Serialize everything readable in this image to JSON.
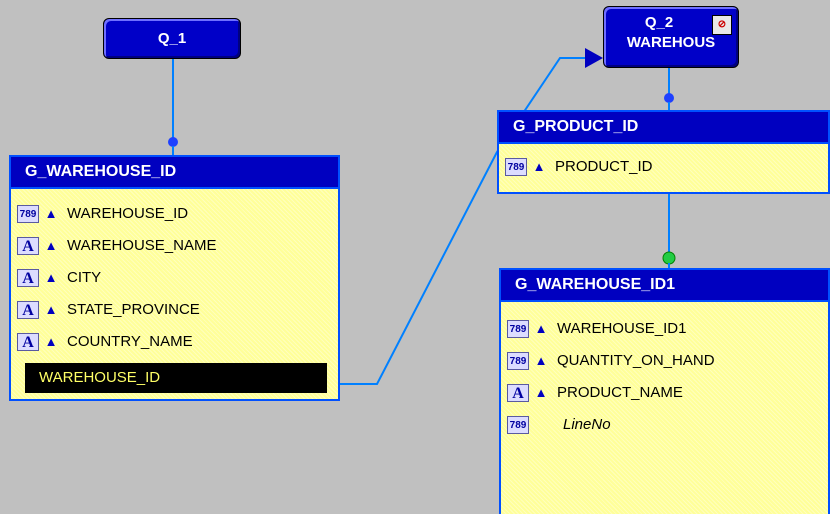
{
  "queries": [
    {
      "label": "Q_1"
    },
    {
      "label": "Q_2",
      "sub": "WAREHOUS",
      "icon": "sql-query-icon"
    }
  ],
  "groups": {
    "warehouse": {
      "title": "G_WAREHOUSE_ID",
      "items": [
        {
          "type": "number",
          "icon_text": "789",
          "label": "WAREHOUSE_ID"
        },
        {
          "type": "character",
          "icon_text": "A",
          "label": "WAREHOUSE_NAME"
        },
        {
          "type": "character",
          "icon_text": "A",
          "label": "CITY"
        },
        {
          "type": "character",
          "icon_text": "A",
          "label": "STATE_PROVINCE"
        },
        {
          "type": "character",
          "icon_text": "A",
          "label": "COUNTRY_NAME"
        }
      ],
      "selected_item": "WAREHOUSE_ID"
    },
    "product": {
      "title": "G_PRODUCT_ID",
      "items": [
        {
          "type": "number",
          "icon_text": "789",
          "label": "PRODUCT_ID"
        }
      ]
    },
    "warehouse1": {
      "title": "G_WAREHOUSE_ID1",
      "items": [
        {
          "type": "number",
          "icon_text": "789",
          "label": "WAREHOUSE_ID1"
        },
        {
          "type": "number",
          "icon_text": "789",
          "label": "QUANTITY_ON_HAND"
        },
        {
          "type": "character",
          "icon_text": "A",
          "label": "PRODUCT_NAME"
        },
        {
          "type": "number",
          "icon_text": "789",
          "label": "LineNo",
          "italic": true
        }
      ]
    }
  },
  "colors": {
    "canvas": "#c0c0c0",
    "group_header": "#0000c0",
    "group_body": "#ffff99",
    "link": "#0080ff",
    "connector_green": "#22cc44"
  }
}
